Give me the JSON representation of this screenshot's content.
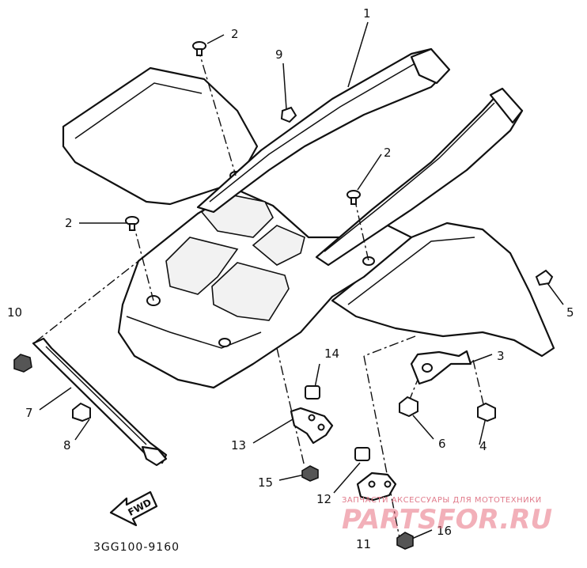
{
  "diagram": {
    "part_code": "3GG100-9160",
    "fwd_label": "FWD",
    "callouts": {
      "c1": "1",
      "c2a": "2",
      "c2b": "2",
      "c2c": "2",
      "c3": "3",
      "c4": "4",
      "c5": "5",
      "c6": "6",
      "c7": "7",
      "c8": "8",
      "c9": "9",
      "c10": "10",
      "c11": "11",
      "c12": "12",
      "c13": "13",
      "c14": "14",
      "c15": "15",
      "c16": "16"
    }
  },
  "watermark": {
    "subtitle": "ЗАПЧАСТИ АКСЕССУАРЫ ДЛЯ МОТОТЕХНИКИ",
    "logo": "PARTSFOR.RU"
  }
}
